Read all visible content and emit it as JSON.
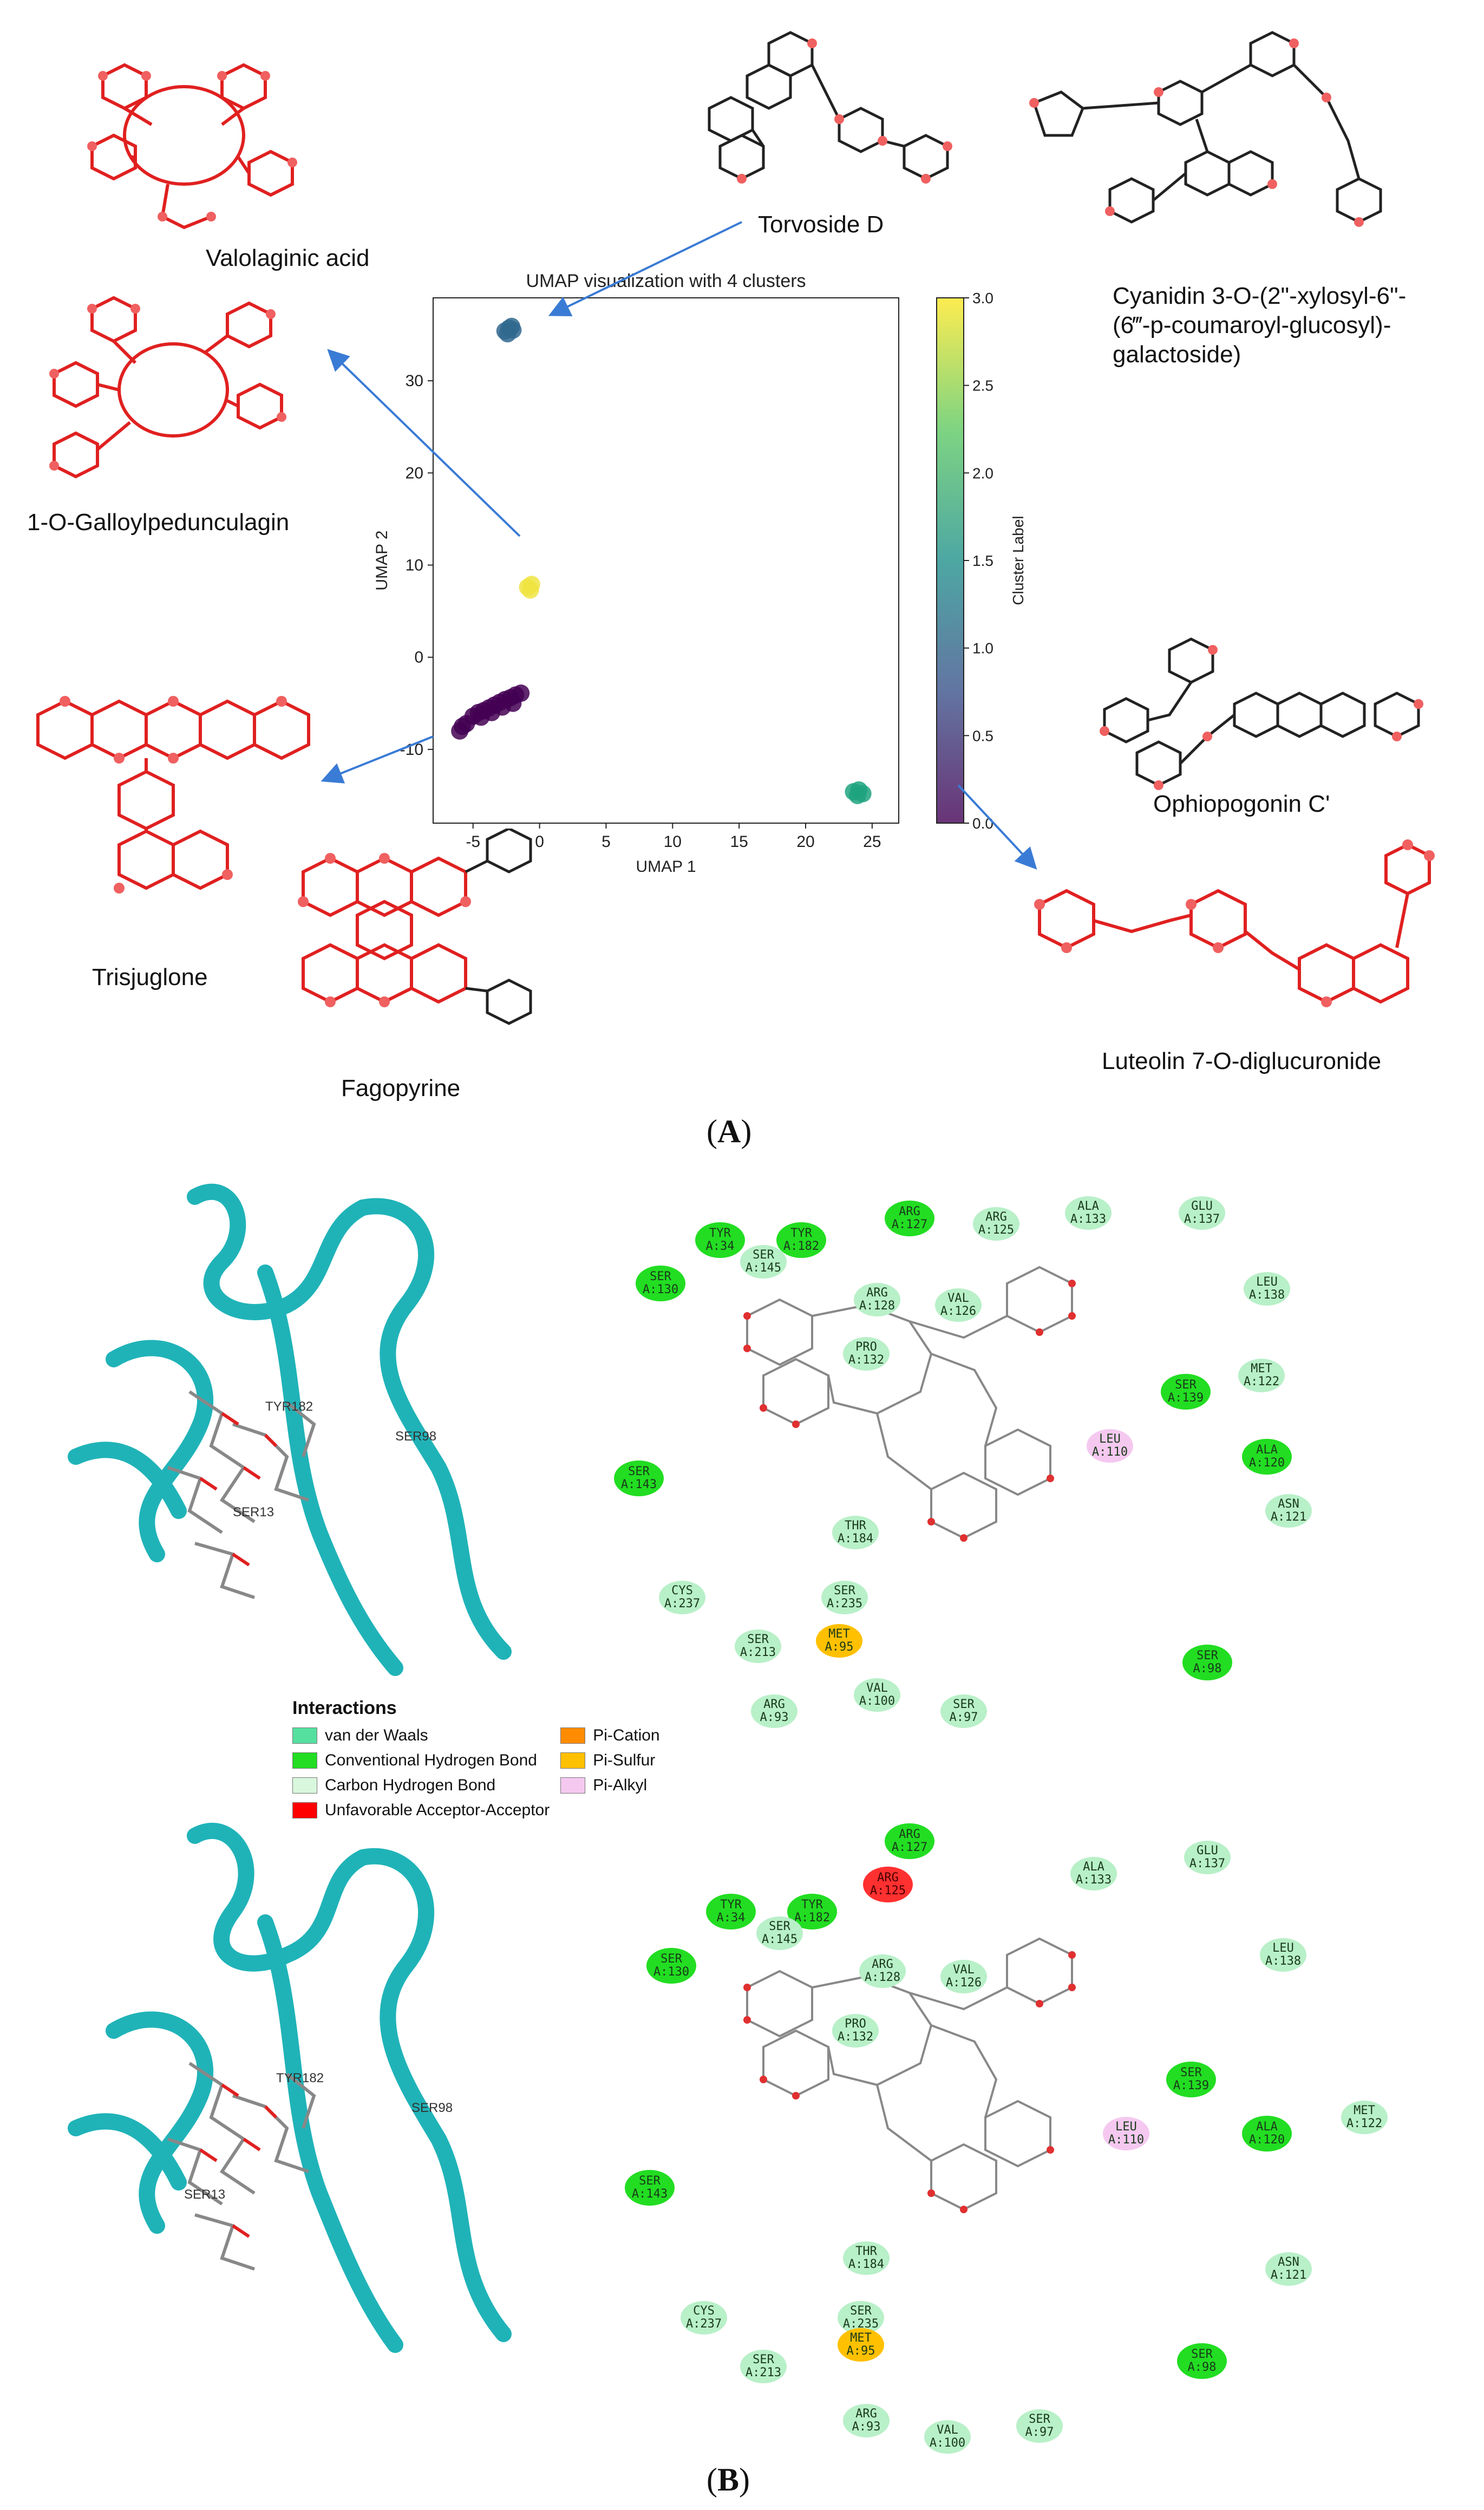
{
  "panelA": {
    "letter": "A",
    "compounds": [
      {
        "name": "Valolaginic acid"
      },
      {
        "name": "Torvoside D"
      },
      {
        "name": "Cyanidin 3-O-(2\"-xylosyl-6\"-\n(6‴-p-coumaroyl-glucosyl)-\ngalactoside)"
      },
      {
        "name": "1-O-Galloylpedunculagin"
      },
      {
        "name": "Trisjuglone"
      },
      {
        "name": "Fagopyrine"
      },
      {
        "name": "Ophiopogonin C'"
      },
      {
        "name": "Luteolin 7-O-diglucuronide"
      }
    ]
  },
  "chart_data": {
    "type": "scatter",
    "title": "UMAP visualization with 4 clusters",
    "xlabel": "UMAP 1",
    "ylabel": "UMAP 2",
    "xlim": [
      -8,
      27
    ],
    "ylim": [
      -18,
      39
    ],
    "xticks": [
      -5,
      0,
      5,
      10,
      15,
      20,
      25
    ],
    "yticks": [
      -10,
      0,
      10,
      20,
      30
    ],
    "colorbar": {
      "label": "Cluster Label",
      "range": [
        0,
        3
      ],
      "ticks": [
        "0.0",
        "0.5",
        "1.0",
        "1.5",
        "2.0",
        "2.5",
        "3.0"
      ],
      "colormap": "viridis"
    },
    "clusters": [
      {
        "label": 0,
        "color": "#440154",
        "points": [
          [
            -6.0,
            -8.0
          ],
          [
            -5.5,
            -7.2
          ],
          [
            -5.0,
            -6.4
          ],
          [
            -4.6,
            -6.0
          ],
          [
            -4.2,
            -5.8
          ],
          [
            -3.8,
            -5.5
          ],
          [
            -3.4,
            -5.2
          ],
          [
            -3.0,
            -4.9
          ],
          [
            -2.6,
            -4.6
          ],
          [
            -2.2,
            -4.4
          ],
          [
            -1.8,
            -4.1
          ],
          [
            -1.4,
            -3.9
          ],
          [
            -5.8,
            -7.5
          ],
          [
            -4.4,
            -6.5
          ],
          [
            -3.6,
            -6.0
          ],
          [
            -2.8,
            -5.4
          ],
          [
            -2.0,
            -5.0
          ]
        ]
      },
      {
        "label": 1,
        "color": "#31688e",
        "points": [
          [
            -2.6,
            35.4
          ],
          [
            -2.3,
            35.7
          ],
          [
            -2.0,
            35.5
          ],
          [
            -2.4,
            35.1
          ],
          [
            -2.1,
            35.9
          ]
        ]
      },
      {
        "label": 2,
        "color": "#1ea37f",
        "points": [
          [
            23.6,
            -14.6
          ],
          [
            24.0,
            -14.4
          ],
          [
            24.3,
            -14.8
          ],
          [
            23.9,
            -15.0
          ]
        ]
      },
      {
        "label": 3,
        "color": "#f0e442",
        "points": [
          [
            -0.9,
            7.6
          ],
          [
            -0.6,
            7.9
          ],
          [
            -0.7,
            7.3
          ]
        ]
      }
    ]
  },
  "panelB": {
    "letter": "B",
    "legend": {
      "title": "Interactions",
      "items": [
        {
          "label": "van der Waals",
          "color": "#55e0a0"
        },
        {
          "label": "Conventional Hydrogen Bond",
          "color": "#22dd22"
        },
        {
          "label": "Carbon Hydrogen Bond",
          "color": "#d8f7dc"
        },
        {
          "label": "Unfavorable Acceptor-Acceptor",
          "color": "#ff0000"
        },
        {
          "label": "Pi-Cation",
          "color": "#ff8c00"
        },
        {
          "label": "Pi-Sulfur",
          "color": "#ffc000"
        },
        {
          "label": "Pi-Alkyl",
          "color": "#f5c8f0"
        }
      ]
    },
    "diagram1": [
      {
        "res": "ARG",
        "id": "A:127",
        "type": "hbond"
      },
      {
        "res": "ARG",
        "id": "A:125",
        "type": "vdw"
      },
      {
        "res": "ALA",
        "id": "A:133",
        "type": "vdw"
      },
      {
        "res": "GLU",
        "id": "A:137",
        "type": "vdw"
      },
      {
        "res": "TYR",
        "id": "A:34",
        "type": "hbond"
      },
      {
        "res": "TYR",
        "id": "A:182",
        "type": "hbond"
      },
      {
        "res": "SER",
        "id": "A:145",
        "type": "vdw"
      },
      {
        "res": "ARG",
        "id": "A:128",
        "type": "vdw"
      },
      {
        "res": "VAL",
        "id": "A:126",
        "type": "vdw"
      },
      {
        "res": "LEU",
        "id": "A:138",
        "type": "vdw"
      },
      {
        "res": "SER",
        "id": "A:130",
        "type": "hbond"
      },
      {
        "res": "PRO",
        "id": "A:132",
        "type": "vdw"
      },
      {
        "res": "MET",
        "id": "A:122",
        "type": "vdw"
      },
      {
        "res": "SER",
        "id": "A:139",
        "type": "hbond"
      },
      {
        "res": "LEU",
        "id": "A:110",
        "type": "pialkyl"
      },
      {
        "res": "ALA",
        "id": "A:120",
        "type": "hbond"
      },
      {
        "res": "SER",
        "id": "A:143",
        "type": "hbond"
      },
      {
        "res": "ASN",
        "id": "A:121",
        "type": "vdw"
      },
      {
        "res": "THR",
        "id": "A:184",
        "type": "vdw"
      },
      {
        "res": "CYS",
        "id": "A:237",
        "type": "vdw"
      },
      {
        "res": "SER",
        "id": "A:235",
        "type": "vdw"
      },
      {
        "res": "SER",
        "id": "A:213",
        "type": "vdw"
      },
      {
        "res": "MET",
        "id": "A:95",
        "type": "pisulfur"
      },
      {
        "res": "SER",
        "id": "A:98",
        "type": "hbond"
      },
      {
        "res": "ARG",
        "id": "A:93",
        "type": "vdw"
      },
      {
        "res": "VAL",
        "id": "A:100",
        "type": "vdw"
      },
      {
        "res": "SER",
        "id": "A:97",
        "type": "vdw"
      }
    ],
    "diagram2": [
      {
        "res": "ARG",
        "id": "A:127",
        "type": "hbond"
      },
      {
        "res": "ARG",
        "id": "A:125",
        "type": "unfav"
      },
      {
        "res": "ALA",
        "id": "A:133",
        "type": "vdw"
      },
      {
        "res": "GLU",
        "id": "A:137",
        "type": "vdw"
      },
      {
        "res": "TYR",
        "id": "A:34",
        "type": "hbond"
      },
      {
        "res": "TYR",
        "id": "A:182",
        "type": "hbond"
      },
      {
        "res": "SER",
        "id": "A:145",
        "type": "vdw"
      },
      {
        "res": "ARG",
        "id": "A:128",
        "type": "vdw"
      },
      {
        "res": "VAL",
        "id": "A:126",
        "type": "vdw"
      },
      {
        "res": "LEU",
        "id": "A:138",
        "type": "vdw"
      },
      {
        "res": "SER",
        "id": "A:130",
        "type": "hbond"
      },
      {
        "res": "PRO",
        "id": "A:132",
        "type": "vdw"
      },
      {
        "res": "SER",
        "id": "A:139",
        "type": "hbond"
      },
      {
        "res": "LEU",
        "id": "A:110",
        "type": "pialkyl"
      },
      {
        "res": "ALA",
        "id": "A:120",
        "type": "hbond"
      },
      {
        "res": "MET",
        "id": "A:122",
        "type": "vdw"
      },
      {
        "res": "SER",
        "id": "A:143",
        "type": "hbond"
      },
      {
        "res": "THR",
        "id": "A:184",
        "type": "vdw"
      },
      {
        "res": "ASN",
        "id": "A:121",
        "type": "vdw"
      },
      {
        "res": "CYS",
        "id": "A:237",
        "type": "vdw"
      },
      {
        "res": "SER",
        "id": "A:235",
        "type": "vdw"
      },
      {
        "res": "SER",
        "id": "A:213",
        "type": "vdw"
      },
      {
        "res": "MET",
        "id": "A:95",
        "type": "pisulfur"
      },
      {
        "res": "SER",
        "id": "A:98",
        "type": "hbond"
      },
      {
        "res": "ARG",
        "id": "A:93",
        "type": "vdw"
      },
      {
        "res": "VAL",
        "id": "A:100",
        "type": "vdw"
      },
      {
        "res": "SER",
        "id": "A:97",
        "type": "vdw"
      }
    ],
    "protein_labels1": [
      "TYR182",
      "SER98",
      "SER13"
    ],
    "protein_labels2": [
      "TYR182",
      "SER98",
      "SER13"
    ]
  },
  "colors": {
    "molecule": "#e02020",
    "arrow": "#3a7bd5",
    "ribbon": "#1fb3b8"
  }
}
